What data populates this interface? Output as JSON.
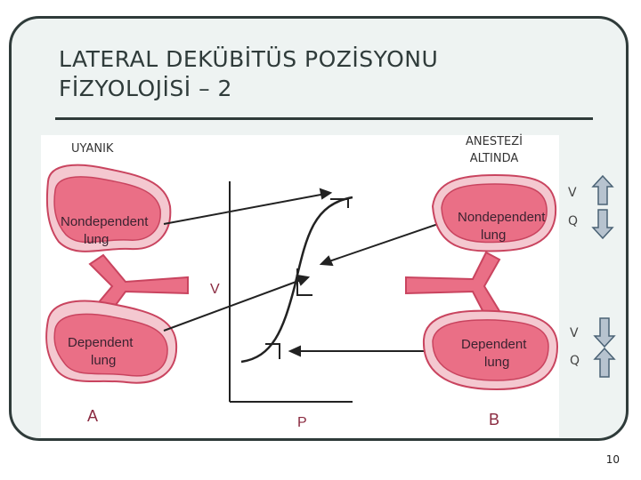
{
  "slide": {
    "title_line1": "LATERAL DEKÜBİTÜS POZİSYONU",
    "title_line2": "FİZYOLOJİSİ – 2",
    "page_number": "10"
  },
  "labels": {
    "awake": "UYANIK",
    "anesthesia_line1": "ANESTEZİ",
    "anesthesia_line2": "ALTINDA",
    "v_top": "V",
    "q_top": "Q",
    "v_bottom": "V",
    "q_bottom": "Q"
  },
  "figure": {
    "nondependent_lung": "Nondependent lung",
    "dependent_lung": "Dependent lung",
    "curve_v_label": "V",
    "curve_p_label": "P",
    "panel_a": "A",
    "panel_b": "B"
  },
  "arrows": {
    "v_top": "up",
    "q_top": "down",
    "v_bottom": "down",
    "q_bottom": "up"
  },
  "colors": {
    "lung_fill": "#ea6f86",
    "lung_outline": "#c9445f",
    "arrow_fill": "#b7c3cf",
    "arrow_stroke": "#4a6275",
    "text": "#2f3b3a"
  }
}
